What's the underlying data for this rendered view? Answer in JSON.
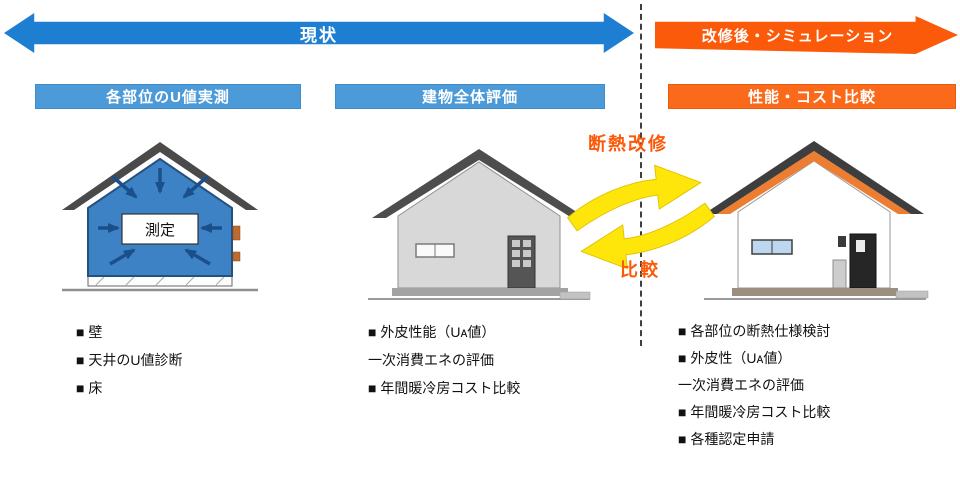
{
  "phase_bar": {
    "current": {
      "label": "現状",
      "color": "#1E7FD2"
    },
    "after": {
      "label": "改修後・シミュレーション",
      "color": "#FB5A0A"
    }
  },
  "columns": [
    {
      "header": "各部位のU値実測",
      "header_color": "#4D9AD9",
      "house_caption": "測定",
      "items": [
        "■ 壁",
        "■ 天井のU値診断",
        "■ 床"
      ]
    },
    {
      "header": "建物全体評価",
      "header_color": "#4D9AD9",
      "items": [
        "■ 外皮性能（Uᴀ値）",
        "一次消費エネの評価",
        "■ 年間暖冷房コスト比較"
      ]
    },
    {
      "header": "性能・コスト比較",
      "header_color": "#FB6A1A",
      "items": [
        "■ 各部位の断熱仕様検討",
        "■ 外皮性（Uᴀ値）",
        "一次消費エネの評価",
        "■ 年間暖冷房コスト比較",
        "■ 各種認定申請"
      ]
    }
  ],
  "exchange": {
    "top_label": "断熱改修",
    "bottom_label": "比較",
    "arrow_color": "#FFE60A",
    "label_color": "#FB5A0A"
  },
  "illustration_colors": {
    "cross_section_interior": "#3E82C6",
    "cross_section_arrows": "#1B4F8C",
    "roof_dark": "#4A4A4A",
    "renovated_roof_band": "#ED7D31",
    "current_wall": "#D8D8D8",
    "renovated_wall": "#FFFFFF"
  }
}
